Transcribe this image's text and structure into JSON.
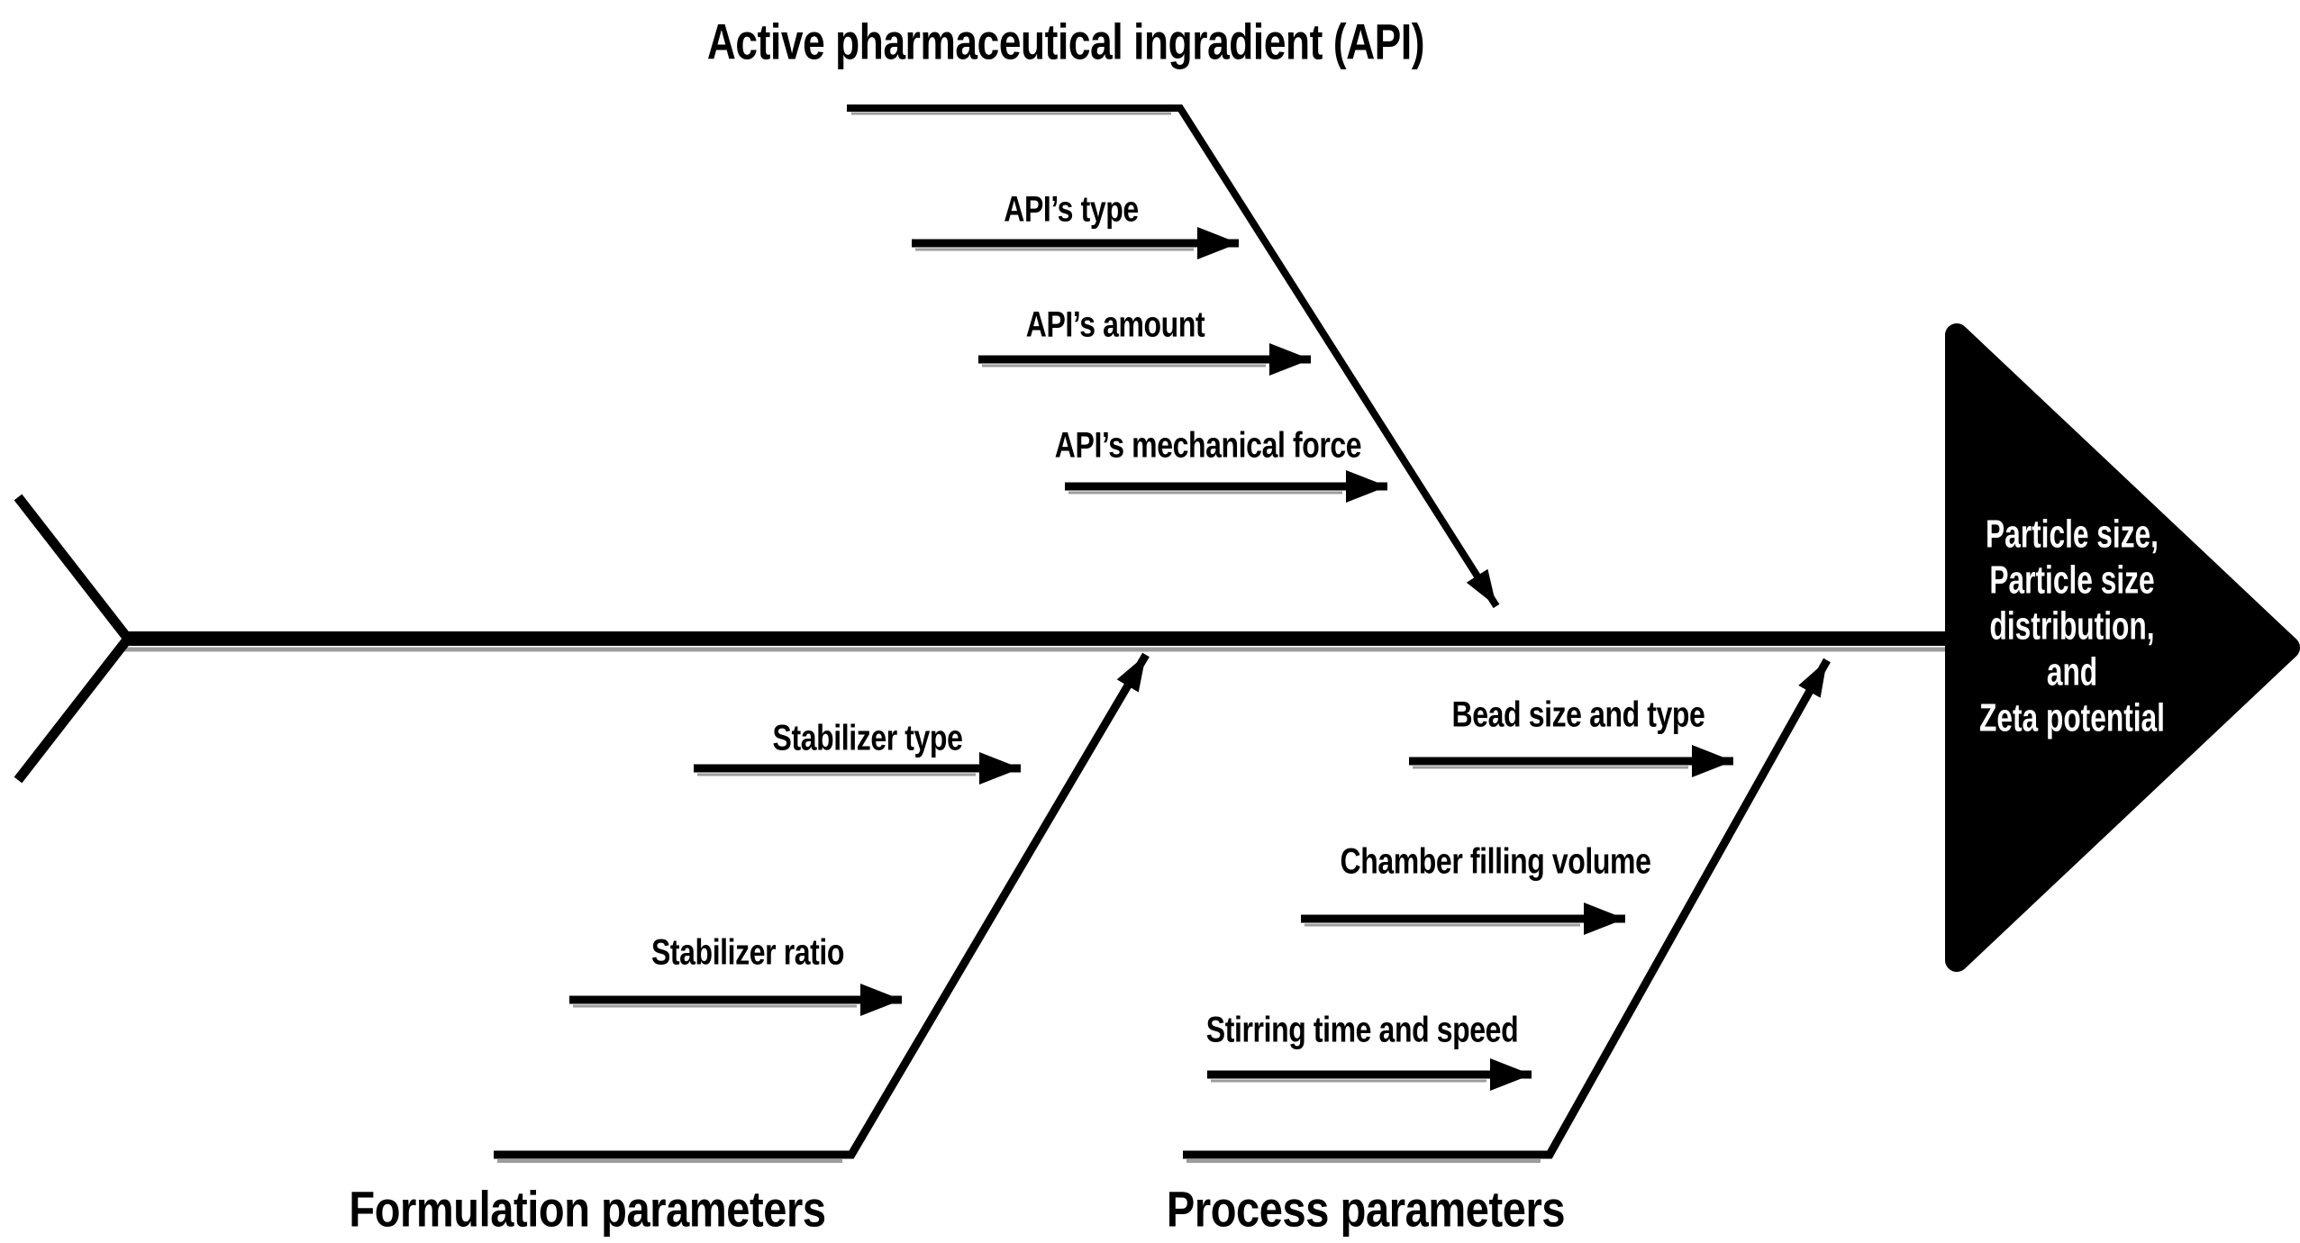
{
  "diagram": {
    "type": "fishbone-ishikawa",
    "colors": {
      "background": "#ffffff",
      "ink": "#000000",
      "effect_text": "#ffffff",
      "line_shadow": "#9c9c9c"
    },
    "effect": {
      "lines": [
        "Particle size,",
        "Particle size",
        "distribution,",
        "and",
        "Zeta potential"
      ]
    },
    "branches": {
      "api": {
        "label": "Active pharmaceutical ingradient (API)",
        "causes": [
          "API’s type",
          "API’s amount",
          "API’s mechanical force"
        ]
      },
      "formulation": {
        "label": "Formulation parameters",
        "causes": [
          "Stabilizer type",
          "Stabilizer ratio"
        ]
      },
      "process": {
        "label": "Process parameters",
        "causes": [
          "Bead size and type",
          "Chamber filling volume",
          "Stirring time and speed"
        ]
      }
    }
  }
}
